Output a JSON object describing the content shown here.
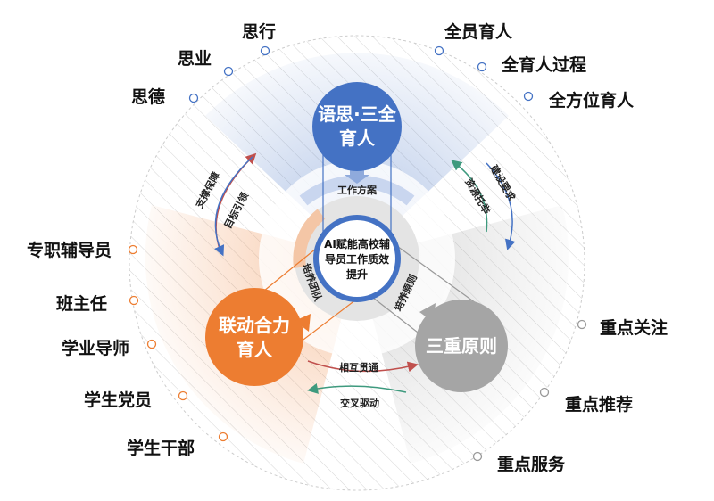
{
  "colors": {
    "blue": "#4472c4",
    "orange": "#ed7d31",
    "gray": "#a5a5a5",
    "red": "#c0504d",
    "green": "#3e9a7e"
  },
  "center": {
    "line1": "AI赋能高校辅",
    "line2": "导员工作质效",
    "line3": "提升"
  },
  "nodes": {
    "blue": {
      "line1": "语思·三全",
      "line2": "育人"
    },
    "orange": {
      "line1": "联动合力",
      "line2": "育人"
    },
    "gray": {
      "line1": "三重原则"
    }
  },
  "arc_labels": {
    "plan": "工作方案",
    "team": "培养团队",
    "principle": "培养原则"
  },
  "arrow_labels": {
    "support": "支撑保障",
    "goal": "目标引领",
    "build": "建设要求",
    "resource": "资源托举",
    "mutual": "相互贯通",
    "cross": "交叉驱动"
  },
  "outer_labels": {
    "top_left": [
      "思行",
      "思业",
      "思德"
    ],
    "top_right": [
      "全员育人",
      "全育人过程",
      "全方位育人"
    ],
    "left": [
      "专职辅导员",
      "班主任",
      "学业导师",
      "学生党员",
      "学生干部"
    ],
    "right": [
      "重点关注",
      "重点推荐",
      "重点服务"
    ]
  }
}
